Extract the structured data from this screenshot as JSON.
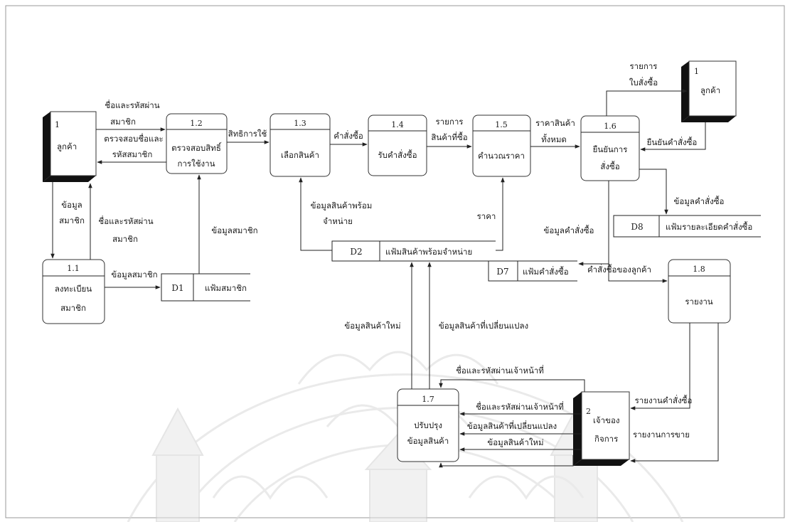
{
  "entities": {
    "customer_left": {
      "number": "1",
      "label": "ลูกค้า"
    },
    "customer_right": {
      "number": "1",
      "label": "ลูกค้า"
    },
    "owner": {
      "number": "2",
      "label_1": "เจ้าของ",
      "label_2": "กิจการ"
    }
  },
  "processes": {
    "p1_1": {
      "number": "1.1",
      "label_1": "ลงทะเบียน",
      "label_2": "สมาชิก"
    },
    "p1_2": {
      "number": "1.2",
      "label_1": "ตรวจสอบสิทธิ์",
      "label_2": "การใช้งาน"
    },
    "p1_3": {
      "number": "1.3",
      "label_1": "เลือกสินค้า"
    },
    "p1_4": {
      "number": "1.4",
      "label_1": "รับคำสั่งซื้อ"
    },
    "p1_5": {
      "number": "1.5",
      "label_1": "คำนวณราคา"
    },
    "p1_6": {
      "number": "1.6",
      "label_1": "ยืนยันการ",
      "label_2": "สั่งซื้อ"
    },
    "p1_7": {
      "number": "1.7",
      "label_1": "ปรับปรุง",
      "label_2": "ข้อมูลสินค้า"
    },
    "p1_8": {
      "number": "1.8",
      "label_1": "รายงาน"
    }
  },
  "stores": {
    "d1": {
      "id": "D1",
      "label": "แฟ้มสมาชิก"
    },
    "d2": {
      "id": "D2",
      "label": "แฟ้มสินค้าพร้อมจำหน่าย"
    },
    "d7": {
      "id": "D7",
      "label": "แฟ้มคำสั่งซื้อ"
    },
    "d8": {
      "id": "D8",
      "label": "แฟ้มรายละเอียดคำสั่งซื้อ"
    }
  },
  "flows": {
    "f_name_pass_member_1": "ชื่อและรหัสผ่าน",
    "f_name_pass_member_2": "สมาชิก",
    "f_check_1": "ตรวจสอบชื่อและ",
    "f_check_2": "รหัสสมาชิก",
    "f_rights": "สิทธิการใช้",
    "f_order_cmd": "คำสั่งซื้อ",
    "f_items_1": "รายการ",
    "f_items_2": "สินค้าที่ซื้อ",
    "f_total_1": "ราคาสินค้า",
    "f_total_2": "ทั้งหมด",
    "f_list_1": "รายการ",
    "f_list_2": "ใบสั่งซื้อ",
    "f_confirm": "ยืนยันคำสั่งซื้อ",
    "f_member_data_1": "ข้อมูล",
    "f_member_data_2": "สมาชิก",
    "f_name_pass_b_1": "ชื่อและรหัสผ่าน",
    "f_name_pass_b_2": "สมาชิก",
    "f_member_data_d1": "ข้อมูลสมาชิก",
    "f_member_data_up": "ข้อมูลสมาชิก",
    "f_product_ready_1": "ข้อมูลสินค้าพร้อม",
    "f_product_ready_2": "จำหน่าย",
    "f_price": "ราคา",
    "f_order_data_d8": "ข้อมูลคำสั่งซื้อ",
    "f_order_data_d7": "ข้อมูลคำสั่งซื้อ",
    "f_customer_order": "คำสั่งซื้อของลูกค้า",
    "f_new_product": "ข้อมูลสินค้าใหม่",
    "f_changed_product": "ข้อมูลสินค้าที่เปลี่ยนแปลง",
    "f_staff_pass_top": "ชื่อและรหัสผ่านเจ้าหน้าที่",
    "f_staff_pass": "ชื่อและรหัสผ่านเจ้าหน้าที่",
    "f_changed_product_2": "ข้อมูลสินค้าที่เปลี่ยนแปลง",
    "f_new_product_2": "ข้อมูลสินค้าใหม่",
    "f_order_report": "รายงานคำสั่งซื้อ",
    "f_sales_report": "รายงานการขาย"
  }
}
